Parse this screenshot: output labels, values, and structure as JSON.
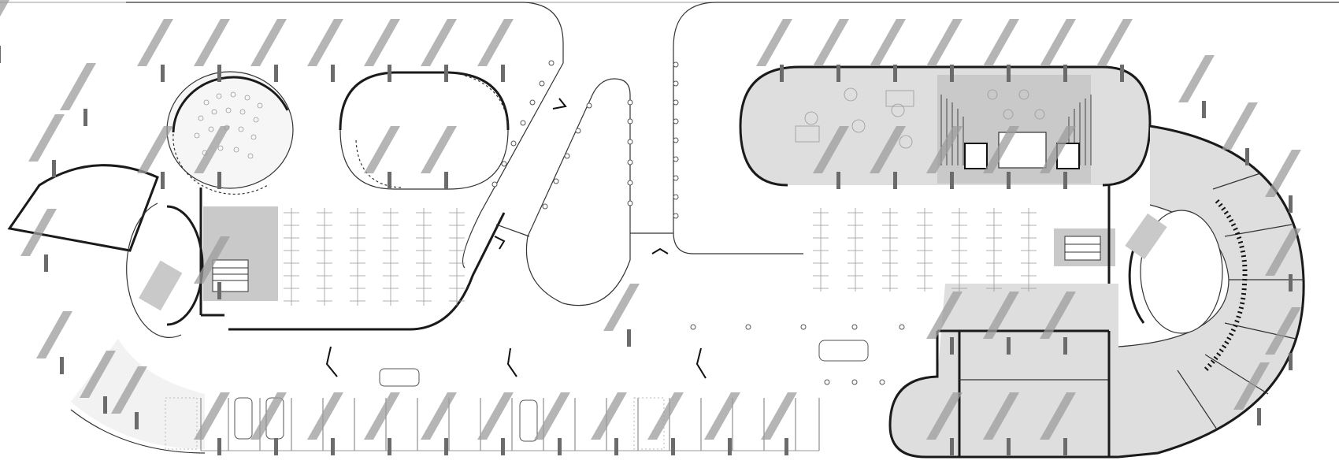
{
  "drawing": {
    "kind": "architectural floor plan",
    "palette": {
      "background": "#ffffff",
      "wall": "#1a1a1a",
      "shadow": "#9c9c9c",
      "room_fill": "#dedede",
      "room_dark": "#c9c9c9",
      "column": "#6b6b6b"
    },
    "components": [
      "left-building",
      "round-auditorium",
      "oval-hall",
      "central-island",
      "right-building",
      "curved-wing",
      "parking-row",
      "shadow-columns"
    ]
  }
}
